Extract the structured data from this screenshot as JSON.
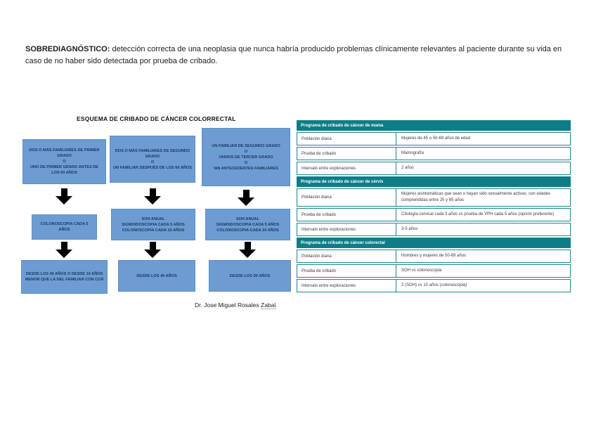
{
  "page": {
    "overdiagnosis_term": "SOBREDIAGNÓSTICO:",
    "overdiagnosis_text": " detección correcta de una neoplasia que nunca habría producido problemas clínicamente relevantes al paciente durante su vida en caso de no haber sido detectada por prueba de cribado.",
    "attribution_main": "Dr. Jose Miguel Rosales ",
    "attribution_surname": "Zabal"
  },
  "flowchart": {
    "title": "ESQUEMA DE CRIBADO DE CÁNCER COLORRECTAL",
    "columns": [
      {
        "risk": "DOS O MÁS FAMILIARES DE PRIMER GRADO\nO\nUNO DE PRIMER GRADO ANTES DE LOS 60 AÑOS",
        "test": "COLONOSCOPIA CADA 5 AÑOS",
        "start": "DESDE LOS 40 AÑOS O DESDE 10 AÑOS MENOR QUE LA DEL FAMILIAR CON CCR"
      },
      {
        "risk": "DOS O MÁS FAMILIARES DE SEGUNDO GRADO\nO\nUN FAMILIAR DESPUÉS DE LOS 60 AÑOS",
        "test": "SOH ANUAL\nSIGMOIDOSCOPIA CADA 5 AÑOS\nCOLONOSCOPIA CADA 10 AÑOS",
        "start": "DESDE LOS 40 AÑOS"
      },
      {
        "risk": "UN FAMILIAR DE SEGUNDO GRADO\nO\nVARIOS DE TERCER GRADO\nO\nSIN ANTECEDENTES FAMILIARES",
        "test": "SOH ANUAL\nSIGMOIDOSCOPIA CADA 5 AÑOS\nCOLONOSCOPIA CADA 10 AÑOS",
        "start": "DESDE LOS 50 AÑOS"
      }
    ]
  },
  "tables": [
    {
      "header": "Programa de cribado de cáncer de mama",
      "rows": [
        [
          "Población diana",
          "Mujeres de 45 o 50-69 años de edad"
        ],
        [
          "Prueba de cribado",
          "Mamografía"
        ],
        [
          "Intervalo entre exploraciones",
          "2 años"
        ]
      ]
    },
    {
      "header": "Programa de cribado de cáncer de cérvix",
      "rows": [
        [
          "Población diana",
          "Mujeres asintomáticas que sean o hayan sido sexualmente activas, con edades comprendidas entre 25 y 65 años"
        ],
        [
          "Prueba de cribado",
          "Citología cervical cada 3 años vs prueba de VPH cada 5 años (opción preferente)"
        ],
        [
          "Intervalo entre exploraciones",
          "3-5 años"
        ]
      ]
    },
    {
      "header": "Programa de cribado de cáncer colorectal",
      "rows": [
        [
          "Población diana",
          "Hombres y mujeres de 50-69 años"
        ],
        [
          "Prueba de cribado",
          "SOH vs colonoscopia"
        ],
        [
          "Intervalo entre exploraciones",
          "2 (SOH) vs 10 años (colonoscopia)"
        ]
      ]
    }
  ],
  "colors": {
    "box_blue": "#6d9cd3",
    "box_text_navy": "#17375e",
    "teal": "#0e7d87",
    "arrow_black": "#000000"
  }
}
